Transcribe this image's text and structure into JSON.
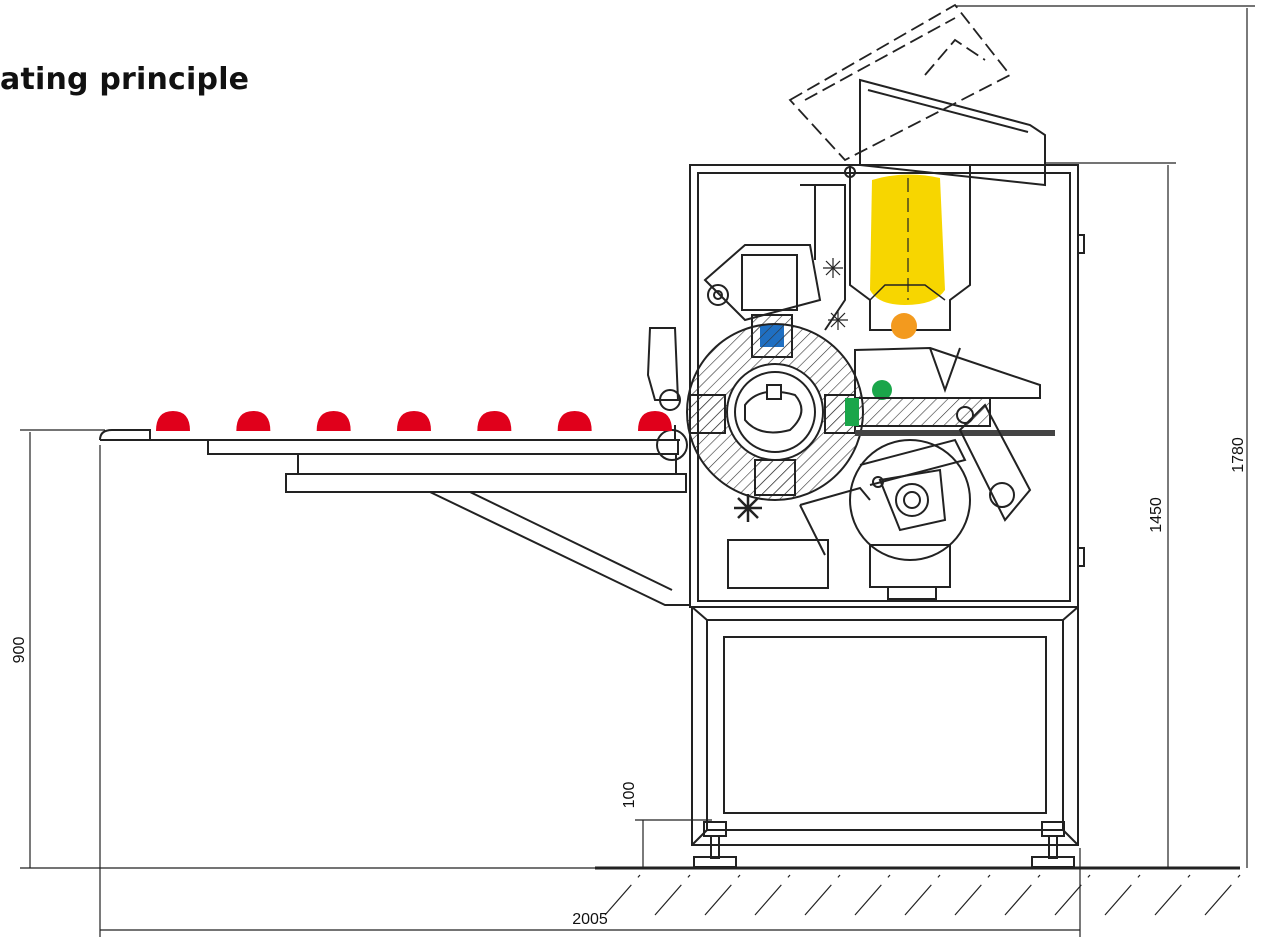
{
  "title": "ating principle",
  "dimensions": {
    "total_height": "1780",
    "body_height": "1450",
    "table_height": "900",
    "foot_height": "100",
    "total_length": "2005"
  },
  "colors": {
    "hopper_fill": "#f7d600",
    "ball_orange": "#f39a1e",
    "ball_green": "#1aa64a",
    "piston_blue": "#1f6fc2",
    "piston_green": "#1aa64a",
    "product_red": "#e0001b",
    "line": "#222222"
  },
  "conveyor_products": 7
}
